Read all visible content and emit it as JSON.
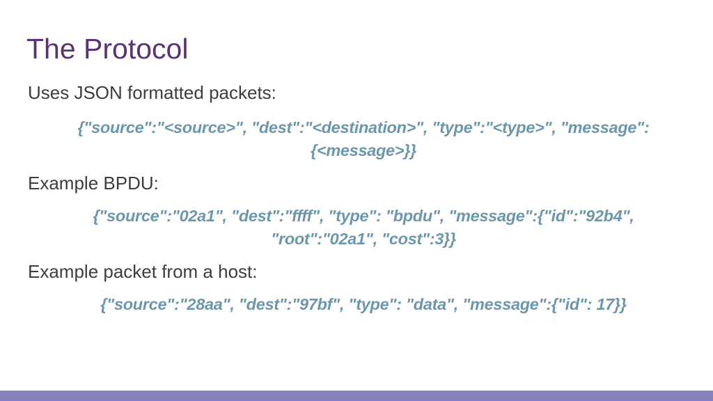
{
  "slide": {
    "title": "The Protocol",
    "body": [
      {
        "type": "text",
        "text": "Uses JSON formatted packets:"
      },
      {
        "type": "code",
        "text": "{\"source\":\"<source>\", \"dest\":\"<destination>\", \"type\":\"<type>\", \"message\":{<message>}}"
      },
      {
        "type": "text",
        "text": "Example BPDU:"
      },
      {
        "type": "code",
        "text": "{\"source\":\"02a1\", \"dest\":\"ffff\", \"type\": \"bpdu\", \"message\":{\"id\":\"92b4\", \"root\":\"02a1\", \"cost\":3}}"
      },
      {
        "type": "text",
        "text": "Example packet from a host:"
      },
      {
        "type": "code",
        "text": "{\"source\":\"28aa\", \"dest\":\"97bf\", \"type\": \"data\", \"message\":{\"id\": 17}}"
      }
    ],
    "colors": {
      "title": "#5a3472",
      "body_text": "#3d3d3d",
      "code_text": "#6b97ad",
      "footer_bar": "#8681be",
      "background": "#ffffff"
    }
  }
}
